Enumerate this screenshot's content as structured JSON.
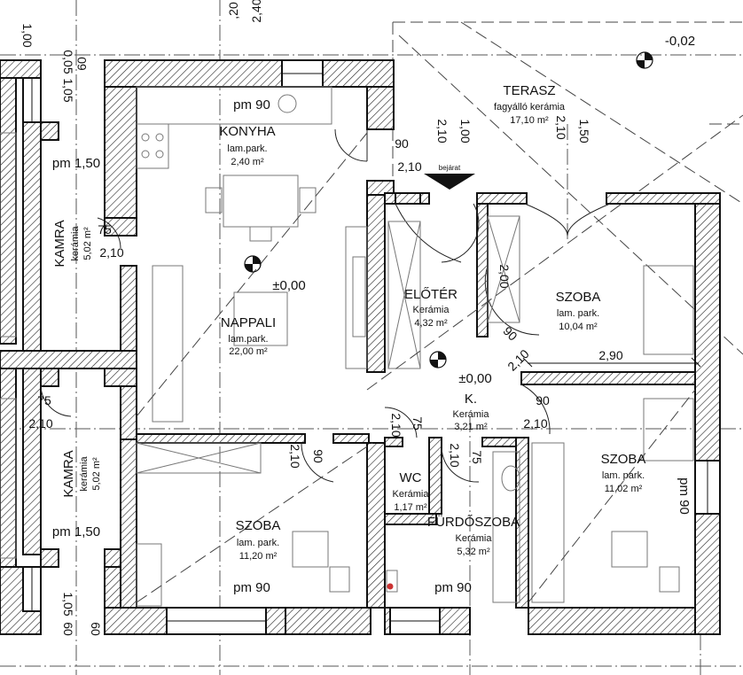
{
  "rooms": {
    "konyha": {
      "name": "KONYHA",
      "floor": "lam.park.",
      "area": "2,40 m²"
    },
    "nappali": {
      "name": "NAPPALI",
      "floor": "lam.park.",
      "area": "22,00 m²"
    },
    "terasz": {
      "name": "TERASZ",
      "floor": "fagyálló kerámia",
      "area": "17,10 m²"
    },
    "eloter": {
      "name": "ELŐTÉR",
      "floor": "Kerámia",
      "area": "4,32 m²"
    },
    "szoba1": {
      "name": "SZOBA",
      "floor": "lam. park.",
      "area": "10,04 m²"
    },
    "kozl": {
      "name": "K.",
      "floor": "Kerámia",
      "area": "3,21 m²"
    },
    "szoba2": {
      "name": "SZOBA",
      "floor": "lam. park.",
      "area": "11,02 m²"
    },
    "szoba3": {
      "name": "SZOBA",
      "floor": "lam. park.",
      "area": "11,20 m²"
    },
    "wc": {
      "name": "WC",
      "floor": "Kerámia",
      "area": "1,17 m²"
    },
    "furdo": {
      "name": "FÜRDŐSZOBA",
      "floor": "Kerámia",
      "area": "5,32 m²"
    },
    "kamra1": {
      "name": "KAMRA",
      "floor": "kerámia",
      "area": "5,02 m²"
    },
    "kamra2": {
      "name": "KAMRA",
      "floor": "kerámia",
      "area": "5,02 m²"
    }
  },
  "levels": {
    "nappali": "±0,00",
    "kozl": "±0,00",
    "terasz": "-0,02"
  },
  "entrance": "bejárat",
  "sill": {
    "konyha": "pm 90",
    "kamra1": "pm 1,50",
    "kamra2": "pm 1,50",
    "szoba3": "pm 90",
    "furdo": "pm 90",
    "szoba2": "pm 90"
  },
  "dims": {
    "d_1_00_top": "1,00",
    "d_20": ",20",
    "d_2_40": "2,40",
    "d_60_top": "60",
    "d_0_05": "0,05",
    "d_1_05_top": "1,05",
    "d_2_10_ter": "2,10",
    "d_1_00_ter": "1,00",
    "d_2_10_ter2": "2,10",
    "d_1_50_ter": "1,50",
    "d_90_entr": "90",
    "d_2_10_entr": "2,10",
    "d_75_k1": "75",
    "d_2_10_k1": "2,10",
    "d_2_00": "2,00",
    "d_90_sz": "90",
    "d_2_10_sz": "2,10",
    "d_2_90": "2,90",
    "d_90_k": "90",
    "d_2_10_k": "2,10",
    "d_75_k2": "75",
    "d_2_10_k2": "2,10",
    "d_2_10_wc": "2,10",
    "d_75_wc": "75",
    "d_2_10_fu": "2,10",
    "d_75_fu": "75",
    "d_2_10_sz3": "2,10",
    "d_90_sz3": "90",
    "d_1_05_bot": "1,05",
    "d_60_bot1": "60",
    "d_60_bot2": "60"
  }
}
